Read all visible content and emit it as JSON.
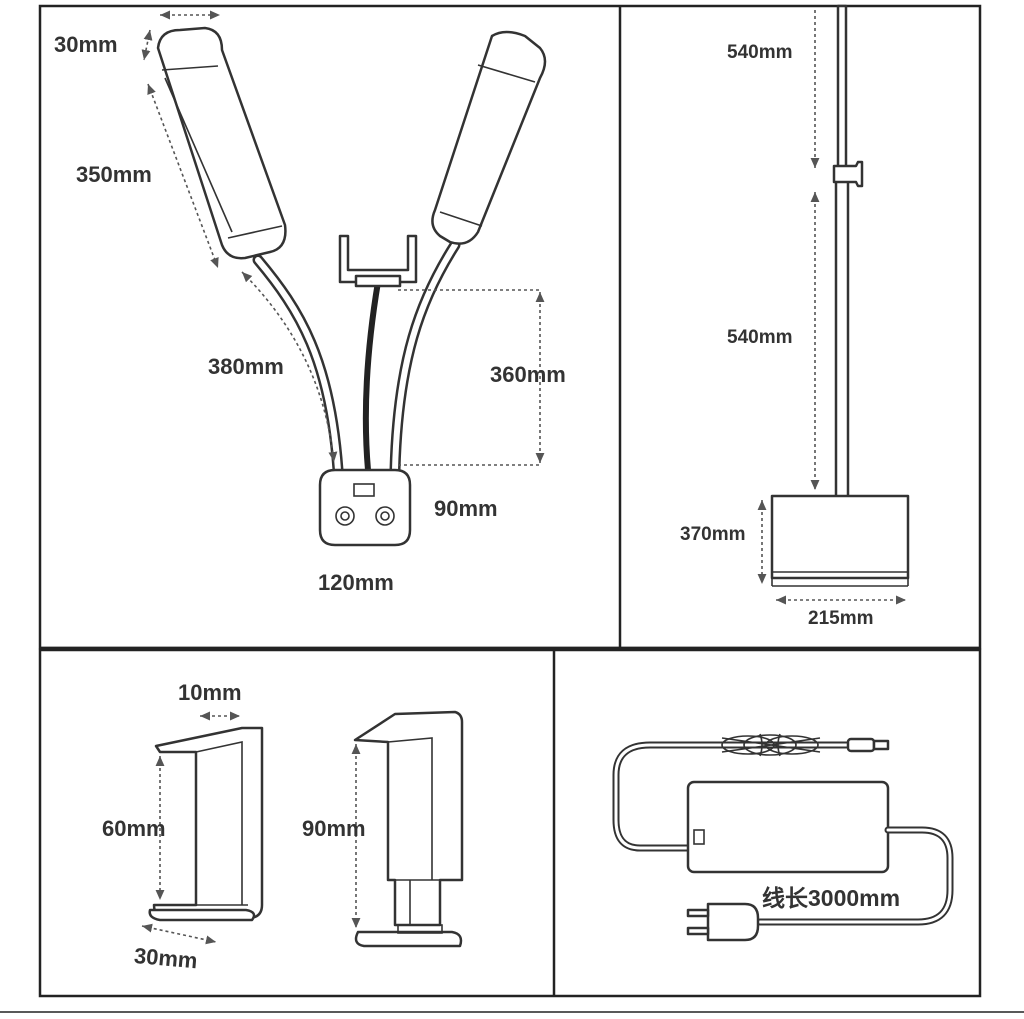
{
  "panels": {
    "lamp": {
      "labels": {
        "head_width": "30mm",
        "head_length": "350mm",
        "arm_length": "380mm",
        "holder_height": "360mm",
        "base_depth": "90mm",
        "base_width": "120mm"
      }
    },
    "stand": {
      "labels": {
        "upper_pole": "540mm",
        "lower_pole": "540mm",
        "base_length": "370mm",
        "base_width": "215mm"
      }
    },
    "clips": {
      "labels": {
        "small_gap": "10mm",
        "small_height": "60mm",
        "small_depth": "30mm",
        "large_height": "90mm"
      }
    },
    "adapter": {
      "labels": {
        "cable_length": "线长3000mm"
      }
    }
  }
}
